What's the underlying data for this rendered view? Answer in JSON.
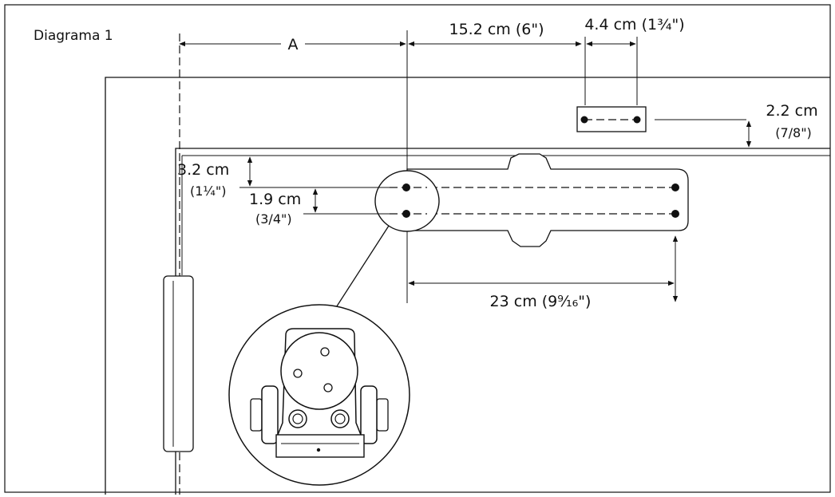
{
  "diagram": {
    "title": "Diagrama 1",
    "dimensions": {
      "a": "A",
      "d15": "15.2 cm (6\")",
      "d4": "4.4 cm (1¾\")",
      "d22_cm": "2.2 cm",
      "d22_in": "(7/8\")",
      "d32_cm": "3.2 cm",
      "d32_in": "(1¼\")",
      "d19_cm": "1.9 cm",
      "d19_in": "(3/4\")",
      "d23": "23 cm (9⁹⁄₁₆\")"
    }
  },
  "colors": {
    "ink": "#111111",
    "background": "#ffffff"
  }
}
